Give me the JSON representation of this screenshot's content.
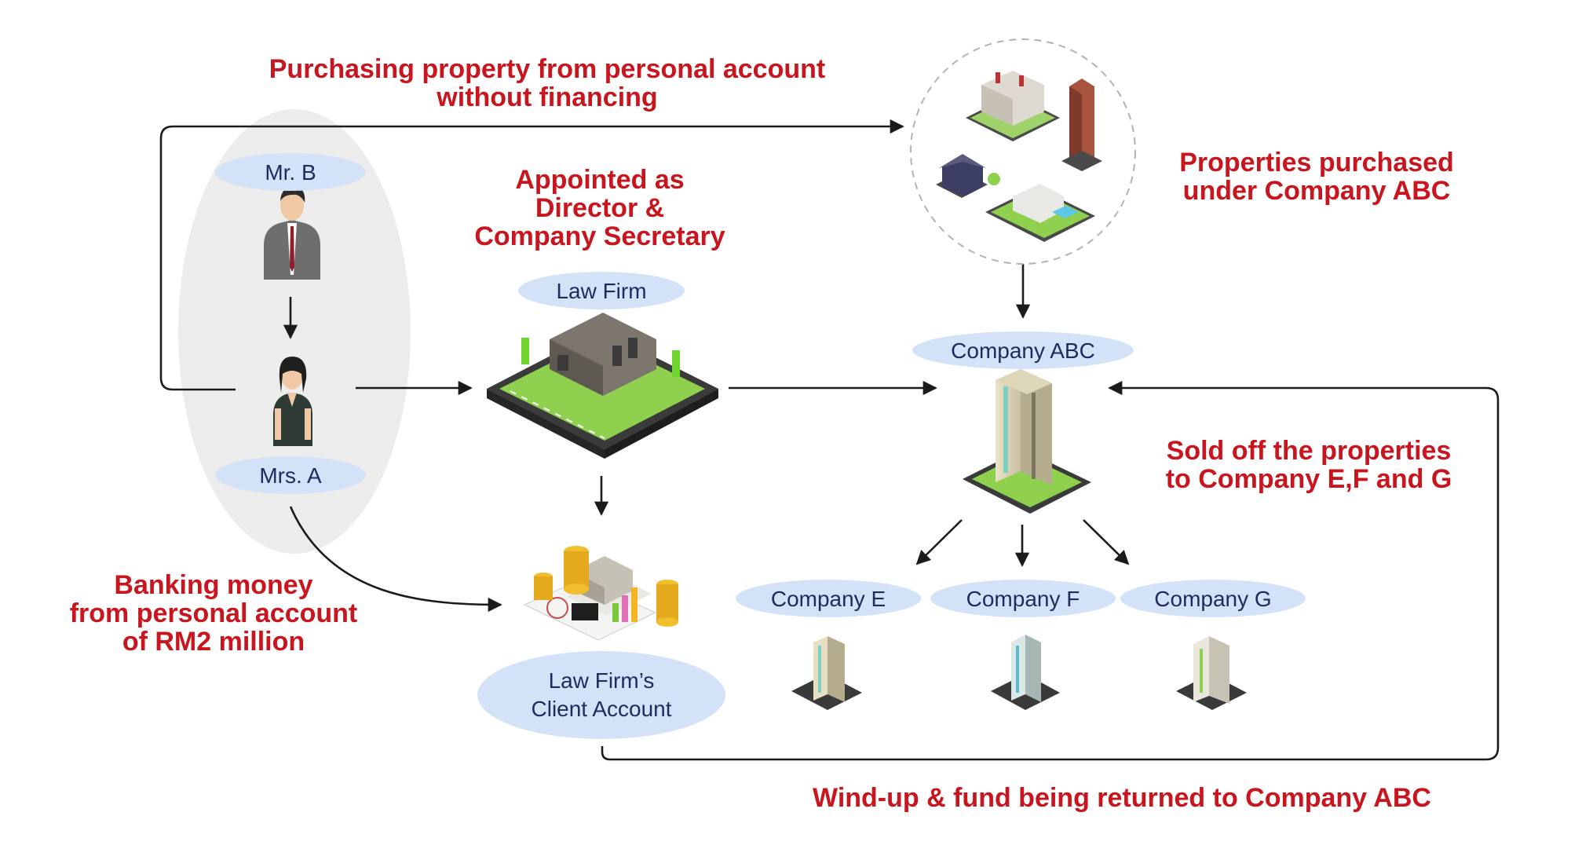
{
  "colors": {
    "caption_red": "#c8151e",
    "pill_fill": "#d4e2f7",
    "pill_text": "#1f2a5e",
    "group_oval": "#ececec",
    "arrow": "#1b1b1b"
  },
  "captions": {
    "purchasing_line1": "Purchasing property from personal account",
    "purchasing_line2": "without financing",
    "appointed_line1": "Appointed as",
    "appointed_line2": "Director &",
    "appointed_line3": "Company Secretary",
    "properties_line1": "Properties purchased",
    "properties_line2": "under Company ABC",
    "sold_line1": "Sold off the properties",
    "sold_line2": "to Company E,F and G",
    "banking_line1": "Banking money",
    "banking_line2": "from personal account",
    "banking_line3": "of RM2 million",
    "windup": "Wind-up & fund being returned to Company ABC"
  },
  "nodes": {
    "mr_b": "Mr. B",
    "mrs_a": "Mrs. A",
    "law_firm": "Law Firm",
    "client_account_line1": "Law Firm’s",
    "client_account_line2": "Client Account",
    "company_abc": "Company ABC",
    "company_e": "Company E",
    "company_f": "Company F",
    "company_g": "Company G"
  },
  "illustrations": {
    "person_male": "businessman-icon",
    "person_female": "businesswoman-icon",
    "law_firm_building": "law-firm-building-icon",
    "client_account": "money-coins-documents-icon",
    "properties": "property-cluster-icon",
    "tower": "office-tower-icon"
  }
}
